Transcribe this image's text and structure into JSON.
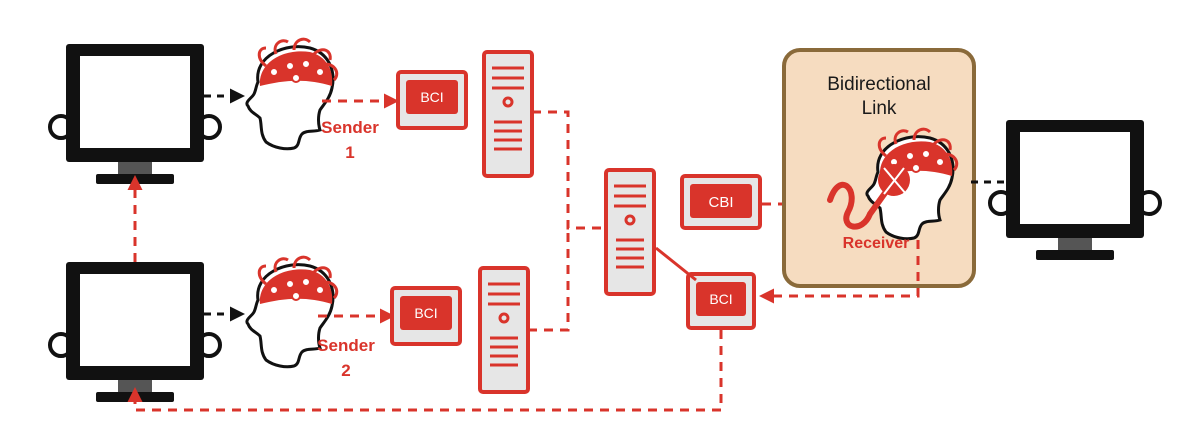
{
  "senders": [
    {
      "label": "Sender",
      "number": "1",
      "interface": "BCI"
    },
    {
      "label": "Sender",
      "number": "2",
      "interface": "BCI"
    }
  ],
  "server": {
    "cbi_label": "CBI",
    "bci_label": "BCI"
  },
  "link": {
    "title_line1": "Bidirectional",
    "title_line2": "Link",
    "receiver_label": "Receiver"
  },
  "colors": {
    "accent": "#d9342b",
    "device_fill": "#e6e6e6",
    "link_box_fill": "#f6dcc0",
    "link_box_border": "#8a6a3a",
    "monitor_bezel": "#111111"
  },
  "icons": [
    "monitor-icon",
    "eeg-head-icon",
    "computer-tower-icon",
    "bci-device-icon",
    "cbi-device-icon"
  ]
}
